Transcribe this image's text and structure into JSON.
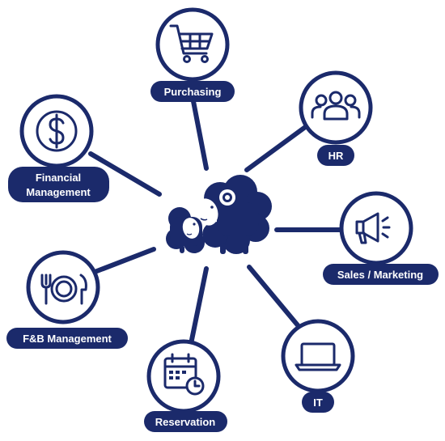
{
  "colors": {
    "primary": "#1b2a6b",
    "background": "#ffffff"
  },
  "center": {
    "icon": "sheep-mascot-icon"
  },
  "nodes": [
    {
      "id": "purchasing",
      "label_lines": [
        "Purchasing"
      ],
      "icon": "shopping-cart-icon"
    },
    {
      "id": "hr",
      "label_lines": [
        "HR"
      ],
      "icon": "people-group-icon"
    },
    {
      "id": "sales-marketing",
      "label_lines": [
        "Sales / Marketing"
      ],
      "icon": "megaphone-icon"
    },
    {
      "id": "it",
      "label_lines": [
        "IT"
      ],
      "icon": "laptop-icon"
    },
    {
      "id": "reservation",
      "label_lines": [
        "Reservation"
      ],
      "icon": "calendar-clock-icon"
    },
    {
      "id": "fb-management",
      "label_lines": [
        "F&B Management"
      ],
      "icon": "plate-cutlery-icon"
    },
    {
      "id": "financial-management",
      "label_lines": [
        "Financial",
        "Management"
      ],
      "icon": "dollar-coin-icon"
    }
  ]
}
